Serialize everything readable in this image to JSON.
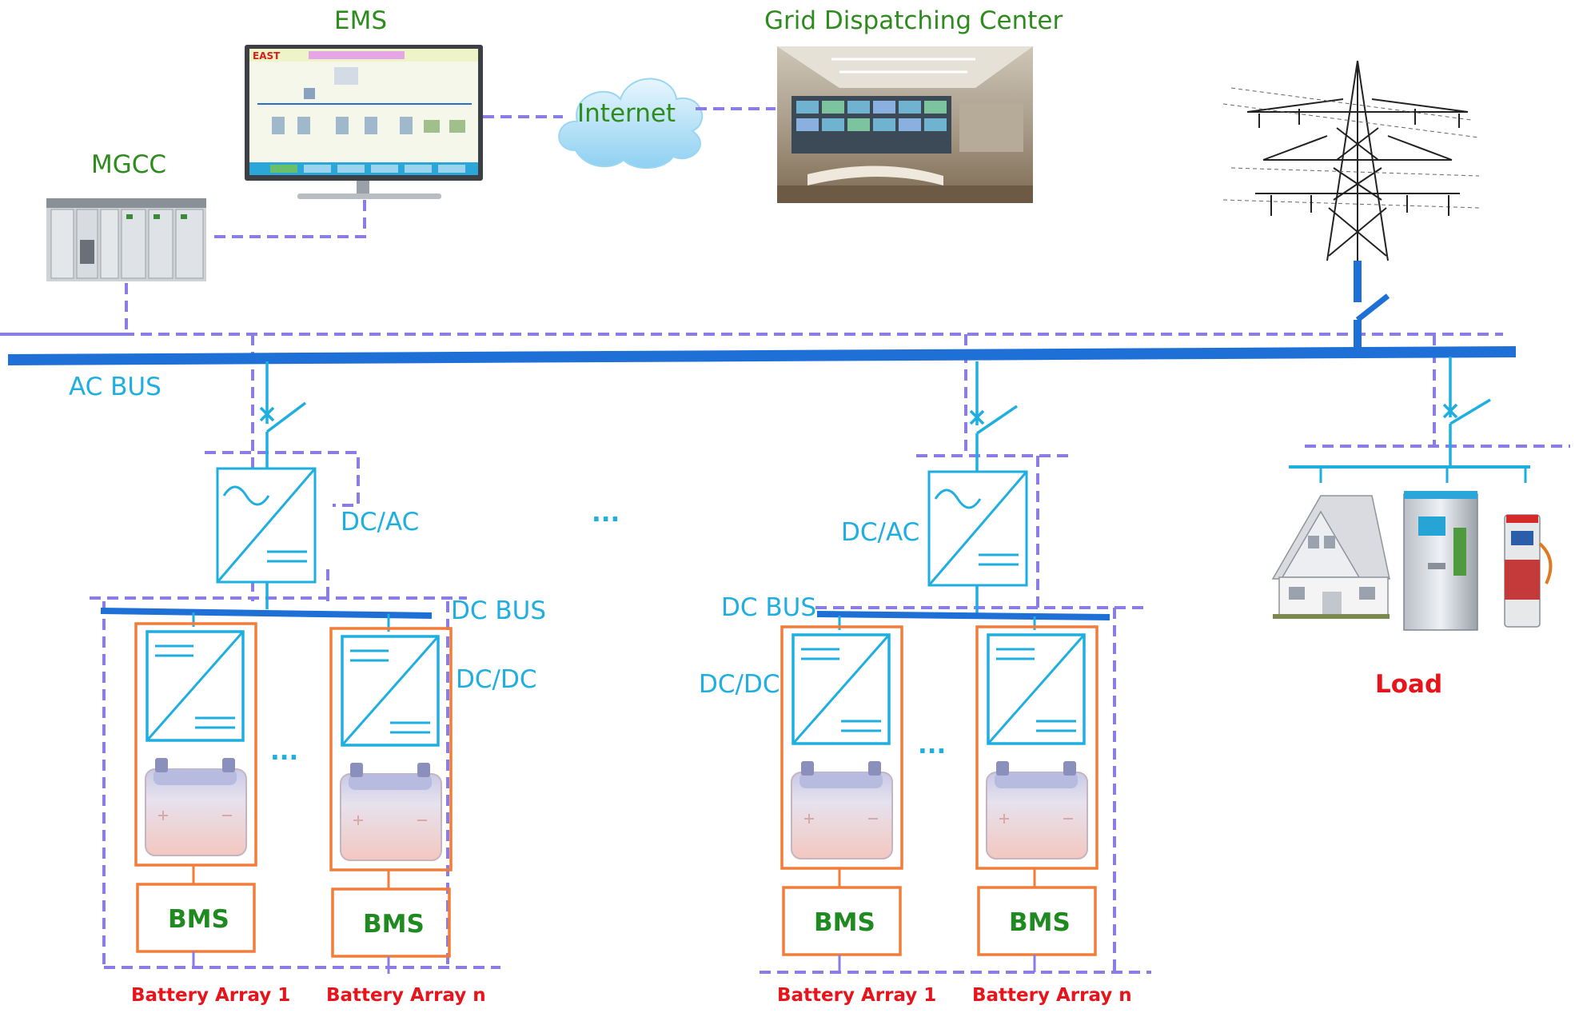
{
  "labels": {
    "ems": "EMS",
    "grid_center": "Grid Dispatching Center",
    "mgcc": "MGCC",
    "internet": "Internet",
    "ac_bus": "AC BUS",
    "dc_ac_left": "DC/AC",
    "dc_ac_right": "DC/AC",
    "dc_bus_left": "DC BUS",
    "dc_bus_right": "DC BUS",
    "dc_dc_left": "DC/DC",
    "dc_dc_right": "DC/DC",
    "ellipsis": "···",
    "bms": "BMS",
    "battery_array_1": "Battery Array 1",
    "battery_array_n": "Battery Array n",
    "load": "Load"
  },
  "ems_screen": {
    "brand": "EAST"
  },
  "colors": {
    "label_green": "#2e8b1e",
    "label_blue": "#1eaee0",
    "bus_blue": "#1e6fd6",
    "comm_dashed": "#8a7ee6",
    "box_orange": "#f07d3a",
    "warning_red": "#e8141b"
  },
  "icons": [
    "monitor-icon",
    "cloud-icon",
    "control-room-icon",
    "plc-rack-icon",
    "transmission-tower-icon",
    "inverter-icon",
    "dcdc-converter-icon",
    "battery-icon",
    "house-icon",
    "charging-cabinet-icon",
    "ev-charger-icon",
    "breaker-switch-icon"
  ]
}
